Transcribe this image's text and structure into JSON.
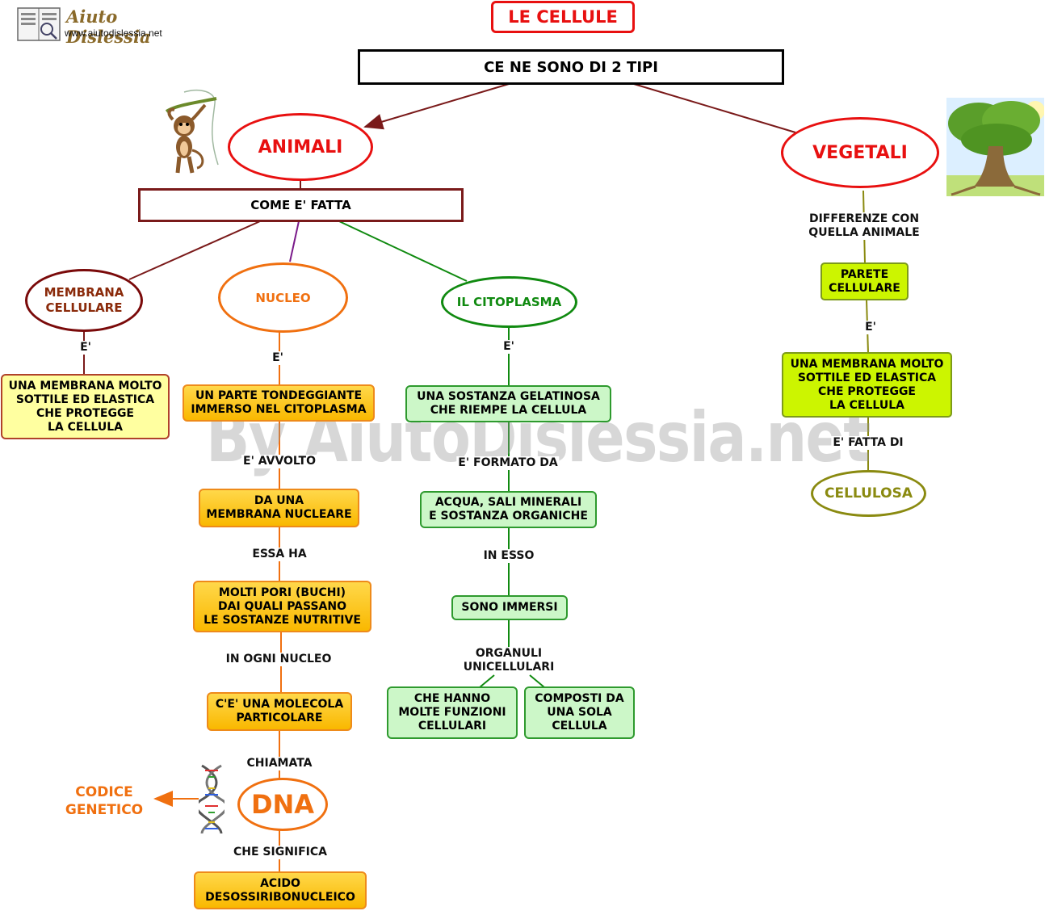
{
  "logo": {
    "title": "Aiuto Dislessia",
    "url": "www.aiutodislessia.net"
  },
  "watermark": "By AiutoDislessia.net",
  "title": "LE CELLULE",
  "types_header": "CE NE SONO DI 2 TIPI",
  "animali": {
    "label": "ANIMALI",
    "structure": "COME E' FATTA",
    "membrana": {
      "label": "MEMBRANA\nCELLULARE",
      "link": "E'",
      "desc": "UNA MEMBRANA MOLTO\nSOTTILE ED ELASTICA\nCHE PROTEGGE\nLA CELLULA"
    },
    "nucleo": {
      "label": "NUCLEO",
      "link1": "E'",
      "box1": "UN PARTE TONDEGGIANTE\nIMMERSO NEL CITOPLASMA",
      "link2": "E' AVVOLTO",
      "box2": "DA UNA\nMEMBRANA NUCLEARE",
      "link3": "ESSA HA",
      "box3": "MOLTI PORI (BUCHI)\nDAI QUALI PASSANO\nLE SOSTANZE NUTRITIVE",
      "link4": "IN OGNI NUCLEO",
      "box4": "C'E' UNA MOLECOLA\nPARTICOLARE",
      "link5": "CHIAMATA",
      "dna": "DNA",
      "codice": "CODICE\nGENETICO",
      "link6": "CHE SIGNIFICA",
      "box5": "ACIDO\nDESOSSIRIBONUCLEICO"
    },
    "citoplasma": {
      "label": "IL CITOPLASMA",
      "link1": "E'",
      "box1": "UNA SOSTANZA GELATINOSA\nCHE RIEMPE LA CELLULA",
      "link2": "E' FORMATO DA",
      "box2": "ACQUA, SALI MINERALI\nE SOSTANZA ORGANICHE",
      "link3": "IN ESSO",
      "box3": "SONO IMMERSI",
      "link4": "ORGANULI\nUNICELLULARI",
      "box4": "CHE HANNO\nMOLTE FUNZIONI\nCELLULARI",
      "box5": "COMPOSTI DA\nUNA SOLA\nCELLULA"
    }
  },
  "vegetali": {
    "label": "VEGETALI",
    "link1": "DIFFERENZE CON\nQUELLA ANIMALE",
    "box1": "PARETE\nCELLULARE",
    "link2": "E'",
    "box2": "UNA MEMBRANA MOLTO\nSOTTILE ED ELASTICA\nCHE PROTEGGE\nLA CELLULA",
    "link3": "E' FATTA DI",
    "cellulosa": "CELLULOSA"
  },
  "colors": {
    "title_red": "#e81010",
    "membrana": "#7a0a0a",
    "nucleo": "#f07010",
    "citoplasma": "#108a10",
    "vegetali_link": "#8a8a10",
    "line_dark": "#7a1a1a",
    "line_purple": "#7a1a8a"
  },
  "icons": [
    "book-logo-icon",
    "monkey-icon",
    "tree-icon",
    "dna-helix-icon",
    "arrow-left-icon"
  ]
}
